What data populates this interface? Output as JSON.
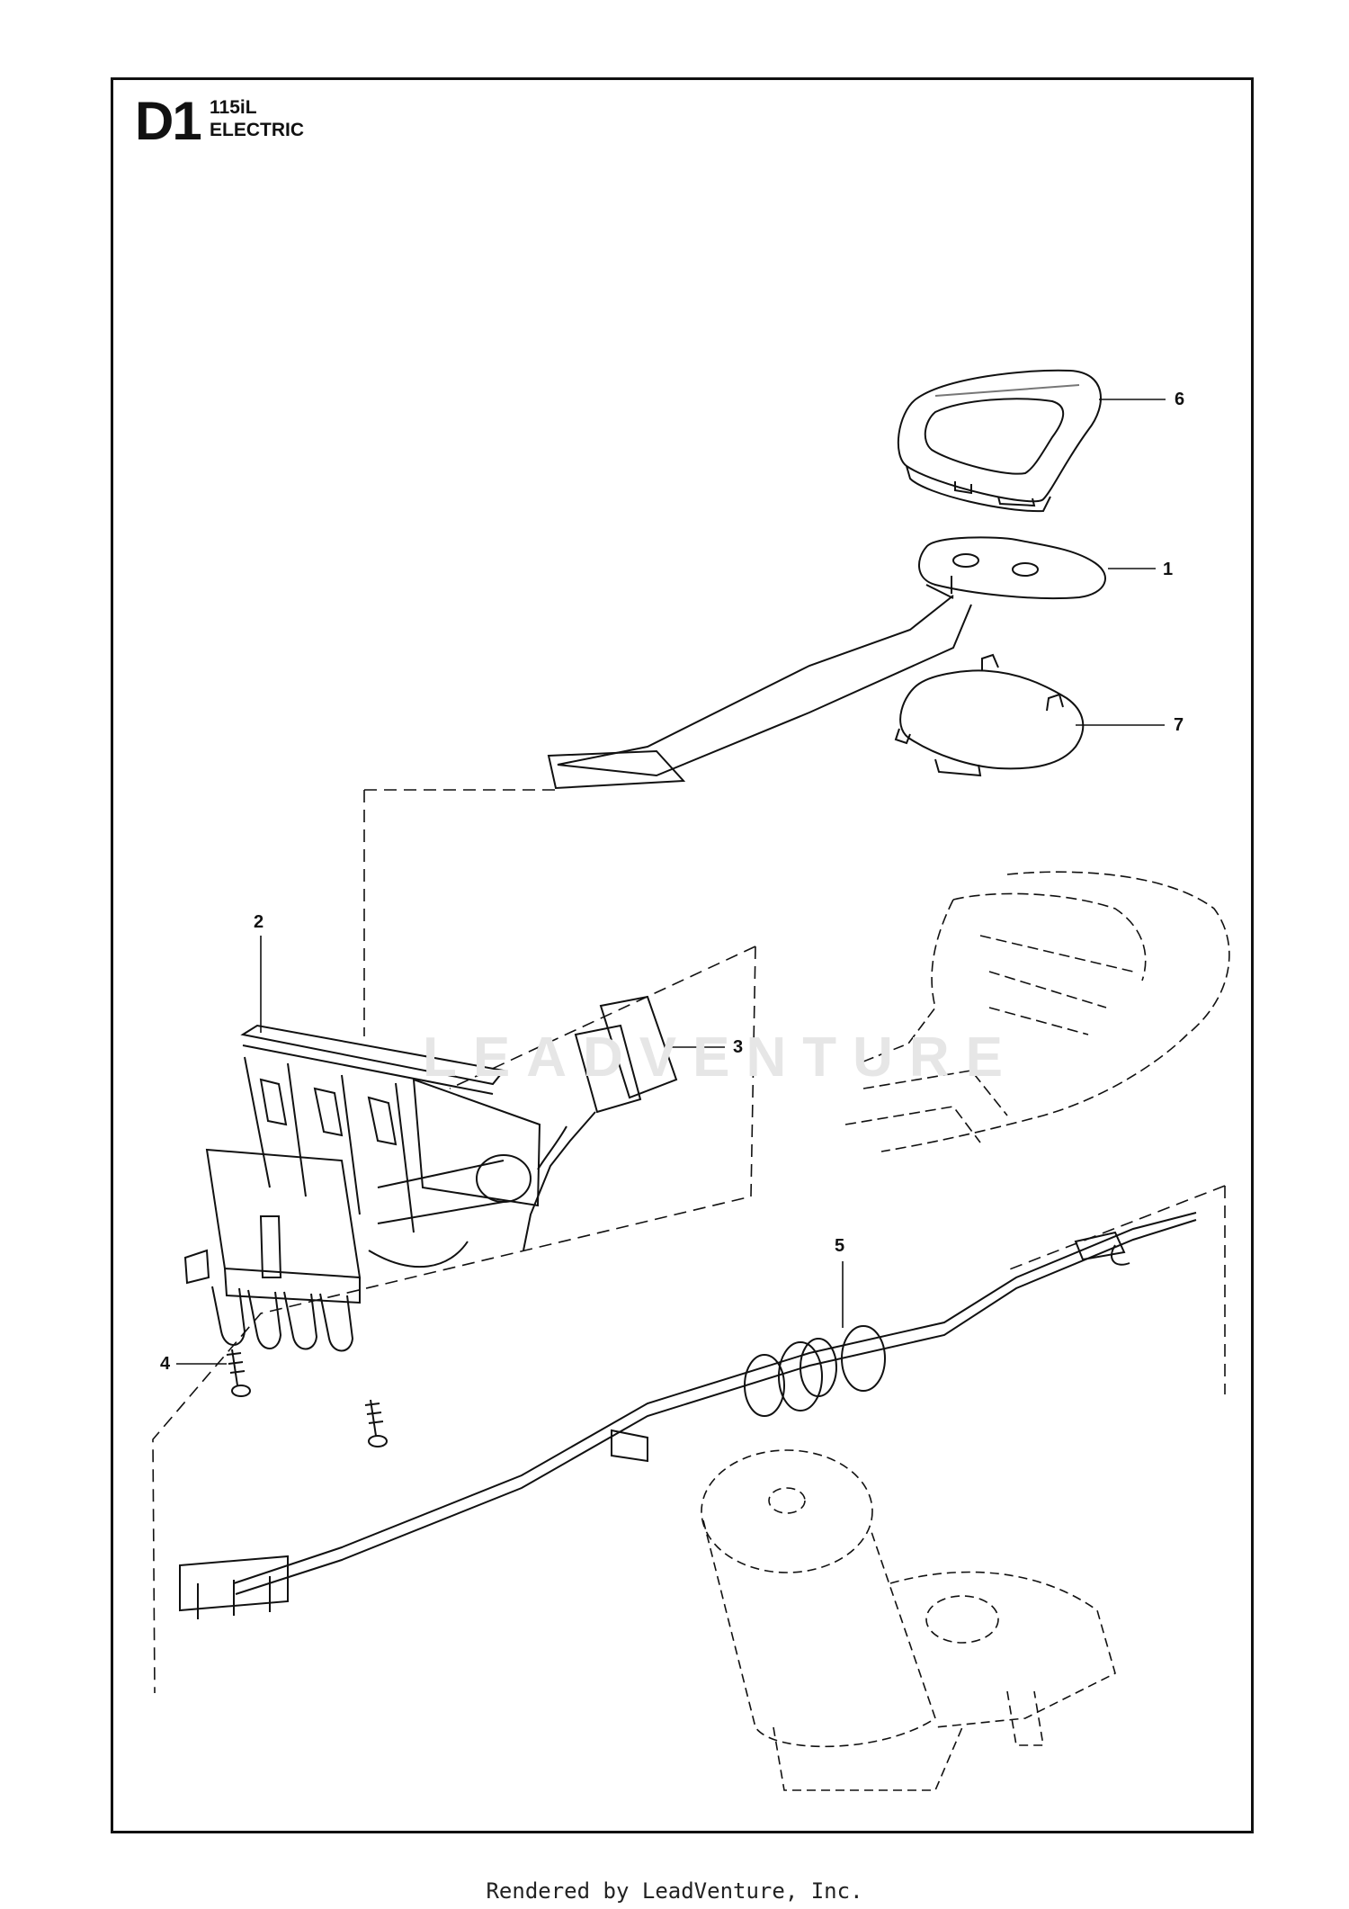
{
  "header": {
    "code": "D1",
    "model": "115iL",
    "section": "ELECTRIC"
  },
  "callouts": [
    {
      "id": "c6",
      "label": "6"
    },
    {
      "id": "c1",
      "label": "1"
    },
    {
      "id": "c7",
      "label": "7"
    },
    {
      "id": "c2",
      "label": "2"
    },
    {
      "id": "c3",
      "label": "3"
    },
    {
      "id": "c5",
      "label": "5"
    },
    {
      "id": "c4",
      "label": "4"
    }
  ],
  "watermark": "LEADVENTURE",
  "footer": "Rendered by LeadVenture, Inc."
}
